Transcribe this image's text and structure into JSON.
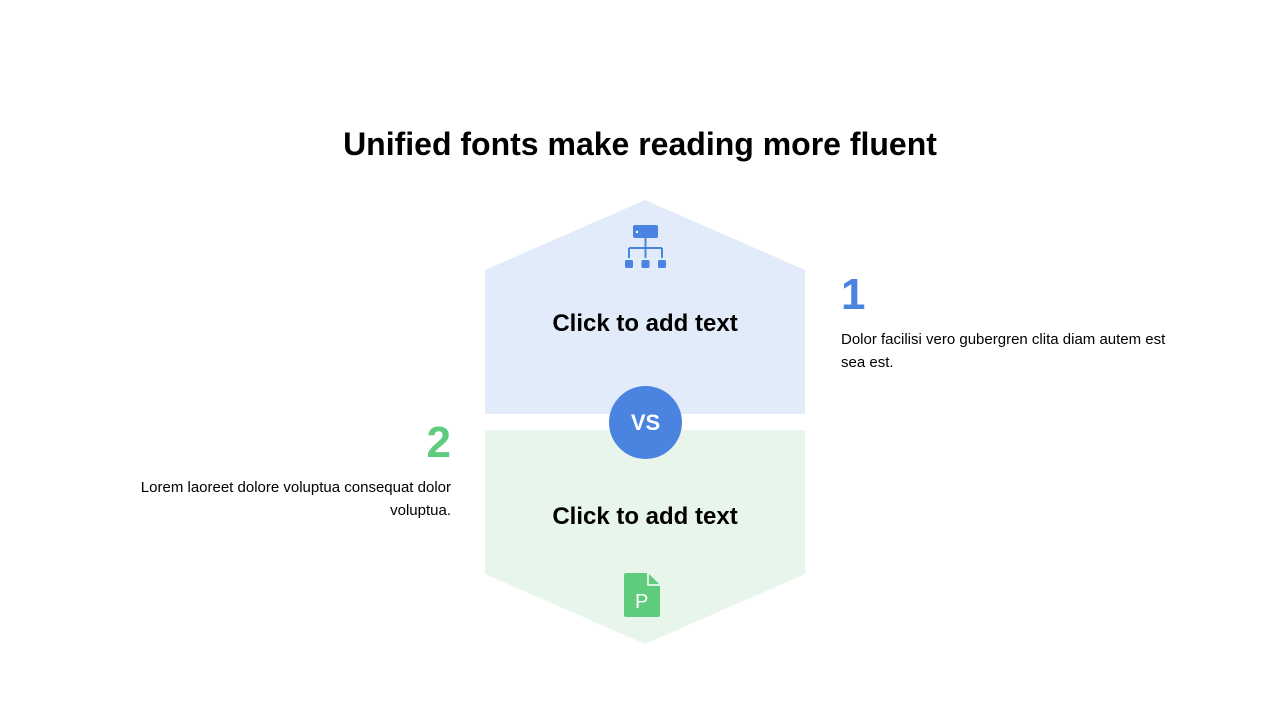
{
  "slide": {
    "title": "Unified fonts make reading more fluent",
    "vs_label": "VS",
    "colors": {
      "blue": "#4A84E0",
      "blue_light": "#E2EBF9",
      "green": "#5FCB7C",
      "green_light": "#E7F5EA"
    },
    "panels": [
      {
        "label": "Click to add text",
        "icon": "network-icon"
      },
      {
        "label": "Click to add text",
        "icon": "document-icon"
      }
    ],
    "points": [
      {
        "number": "1",
        "text": "Dolor facilisi vero gubergren clita diam autem est sea est."
      },
      {
        "number": "2",
        "text": "Lorem laoreet dolore voluptua consequat dolor voluptua."
      }
    ]
  }
}
